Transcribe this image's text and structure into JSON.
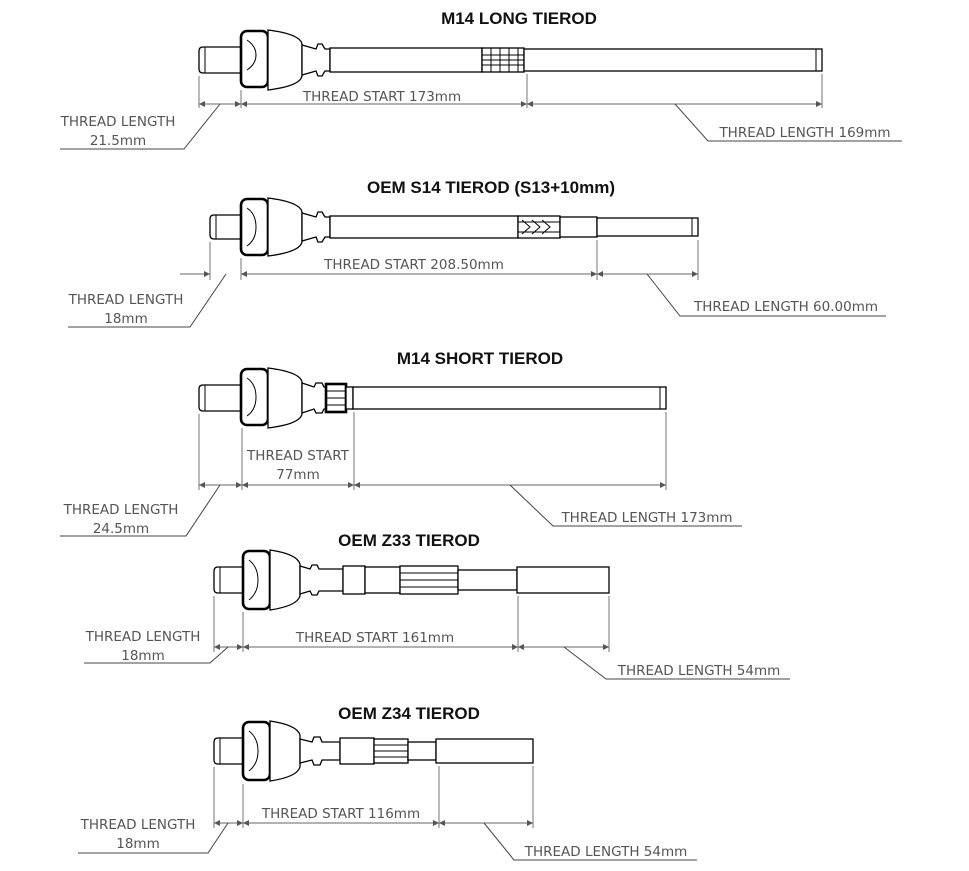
{
  "tierods": [
    {
      "title": "M14 LONG TIEROD",
      "thread_length_left": {
        "label": "THREAD LENGTH",
        "value": "21.5mm"
      },
      "thread_start": "THREAD START 173mm",
      "thread_length_right": "THREAD LENGTH 169mm"
    },
    {
      "title": "OEM S14 TIEROD (S13+10mm)",
      "thread_length_left": {
        "label": "THREAD LENGTH",
        "value": "18mm"
      },
      "thread_start": "THREAD START 208.50mm",
      "thread_length_right": "THREAD LENGTH 60.00mm"
    },
    {
      "title": "M14 SHORT TIEROD",
      "thread_length_left": {
        "label": "THREAD LENGTH",
        "value": "24.5mm"
      },
      "thread_start": {
        "label": "THREAD START",
        "value": "77mm"
      },
      "thread_length_right": "THREAD LENGTH 173mm"
    },
    {
      "title": "OEM Z33 TIEROD",
      "thread_length_left": {
        "label": "THREAD LENGTH",
        "value": "18mm"
      },
      "thread_start": "THREAD START 161mm",
      "thread_length_right": "THREAD LENGTH 54mm"
    },
    {
      "title": "OEM Z34 TIEROD",
      "thread_length_left": {
        "label": "THREAD LENGTH",
        "value": "18mm"
      },
      "thread_start": "THREAD START 116mm",
      "thread_length_right": "THREAD LENGTH 54mm"
    }
  ]
}
